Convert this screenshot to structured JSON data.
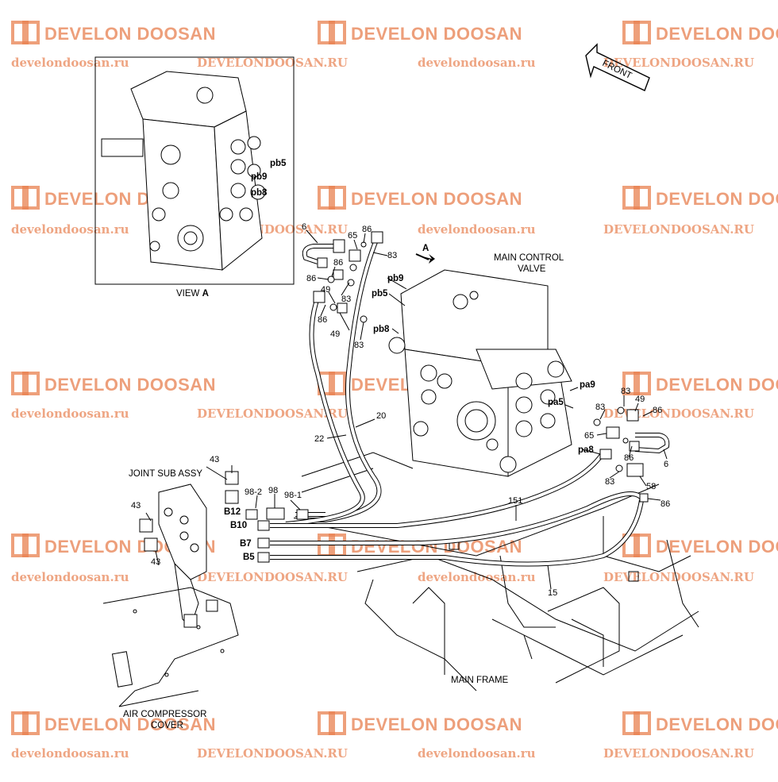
{
  "watermark": {
    "brand": "DEVELON DOOSAN",
    "site_lower": "develondoosan.ru",
    "site_upper": "DEVELONDOOSAN.RU",
    "color": "#e8804f"
  },
  "front_arrow": {
    "label": "FRONT"
  },
  "view_a": {
    "caption": "VIEW",
    "caption_bold": "A",
    "ports": [
      "pb5",
      "pb9",
      "pb8"
    ]
  },
  "view_arrow": {
    "label": "A"
  },
  "main_control_valve": {
    "line1": "MAIN CONTROL",
    "line2": "VALVE"
  },
  "joint_sub_assy": {
    "label": "JOINT SUB ASSY"
  },
  "main_frame": {
    "label": "MAIN FRAME"
  },
  "air_compressor": {
    "line1": "AIR COMPRESSOR",
    "line2": "COVER"
  },
  "ports": {
    "pb9": "pb9",
    "pb5": "pb5",
    "pb8": "pb8",
    "pa9": "pa9",
    "pa5": "pa5",
    "pa8": "pa8",
    "b12": "B12",
    "b10": "B10",
    "b7": "B7",
    "b5": "B5"
  },
  "parts": {
    "p6_left": "6",
    "p65_top": "65",
    "p86_top": "86",
    "p83_top": "83",
    "p86_a": "86",
    "p86_b": "86",
    "p49_a": "49",
    "p86_c": "86",
    "p83_mid": "83",
    "p49_b": "49",
    "p83_low": "83",
    "p20": "20",
    "p22": "22",
    "p43_top": "43",
    "p43_left": "43",
    "p43_bottom": "43",
    "p98_2": "98-2",
    "p98": "98",
    "p98_1": "98-1",
    "p151": "151",
    "p15": "15",
    "p83_r1": "83",
    "p49_r": "49",
    "p83_r2": "83",
    "p86_r1": "86",
    "p65_r": "65",
    "p86_r2": "86",
    "p6_right": "6",
    "p83_r3": "83",
    "p58": "58",
    "p86_r3": "86"
  }
}
